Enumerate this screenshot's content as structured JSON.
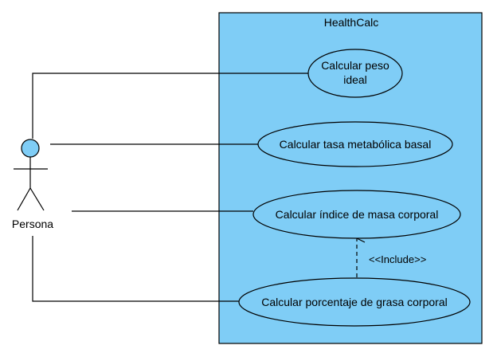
{
  "system": {
    "title": "HealthCalc"
  },
  "actor": {
    "name": "Persona"
  },
  "use_cases": [
    {
      "lines": [
        "Calcular peso",
        "ideal"
      ]
    },
    {
      "lines": [
        "Calcular tasa metabólica basal"
      ]
    },
    {
      "lines": [
        "Calcular índice de masa corporal"
      ]
    },
    {
      "lines": [
        "Calcular porcentaje de grasa corporal"
      ]
    }
  ],
  "include": {
    "label": "<<Include>>"
  },
  "colors": {
    "boundary_fill": "#7fcdf6",
    "usecase_fill": "#7fcdf6",
    "actor_head": "#7fcdf6",
    "stroke": "#000000"
  }
}
